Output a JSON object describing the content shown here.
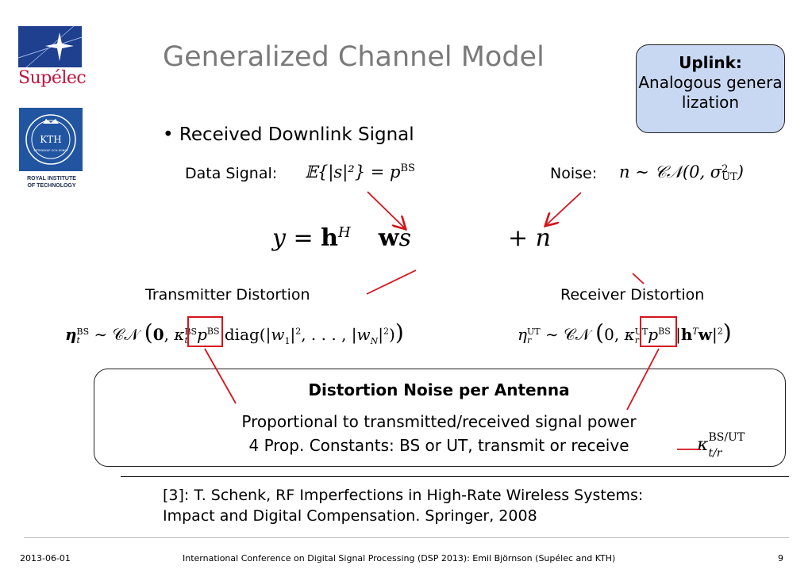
{
  "logos": {
    "supelec": "Supélec",
    "kth_badge": "KTH",
    "kth_badge_sub": "VETENSKAP OCH KONST",
    "kth_caption_1": "ROYAL INSTITUTE",
    "kth_caption_2": "OF TECHNOLOGY"
  },
  "slide": {
    "title": "Generalized Channel Model",
    "bullet": "Received Downlink Signal"
  },
  "uplink": {
    "heading": "Uplink:",
    "body": "Analogous generalization"
  },
  "labels": {
    "data_signal": "Data Signal:",
    "noise": "Noise:",
    "tx_distortion": "Transmitter Distortion",
    "rx_distortion": "Receiver Distortion"
  },
  "equations": {
    "data_signal": "𝔼{|s|²} = p",
    "data_signal_sup": "BS",
    "noise_main": "n ∼ 𝒞𝒩(0, σ",
    "noise_sup": "2",
    "noise_sub": "UT",
    "noise_close": ")",
    "received_lhs": "y = ",
    "received_h": "h",
    "received_h_sup": "H",
    "received_ws": "w",
    "received_s": "s",
    "received_plus_n": "+ n"
  },
  "noise_box": {
    "title": "Distortion Noise per Antenna",
    "line1": "Proportional to transmitted/received signal power",
    "line2": "4 Prop. Constants: BS or UT, transmit or receive"
  },
  "reference": {
    "line1": "[3]: T. Schenk, RF Imperfections in High-Rate Wireless Systems:",
    "line2": "Impact and Digital Compensation. Springer, 2008"
  },
  "footer": {
    "date": "2013-06-01",
    "conference": "International Conference on Digital Signal Processing (DSP 2013): Emil Björnson (Supélec and KTH)",
    "page": "9"
  },
  "colors": {
    "accent_red": "#d6141c",
    "uplink_fill": "#c9d8f2",
    "title_gray": "#7a7a7a",
    "supelec_blue": "#1f3f8f",
    "kth_blue": "#2155a2"
  }
}
